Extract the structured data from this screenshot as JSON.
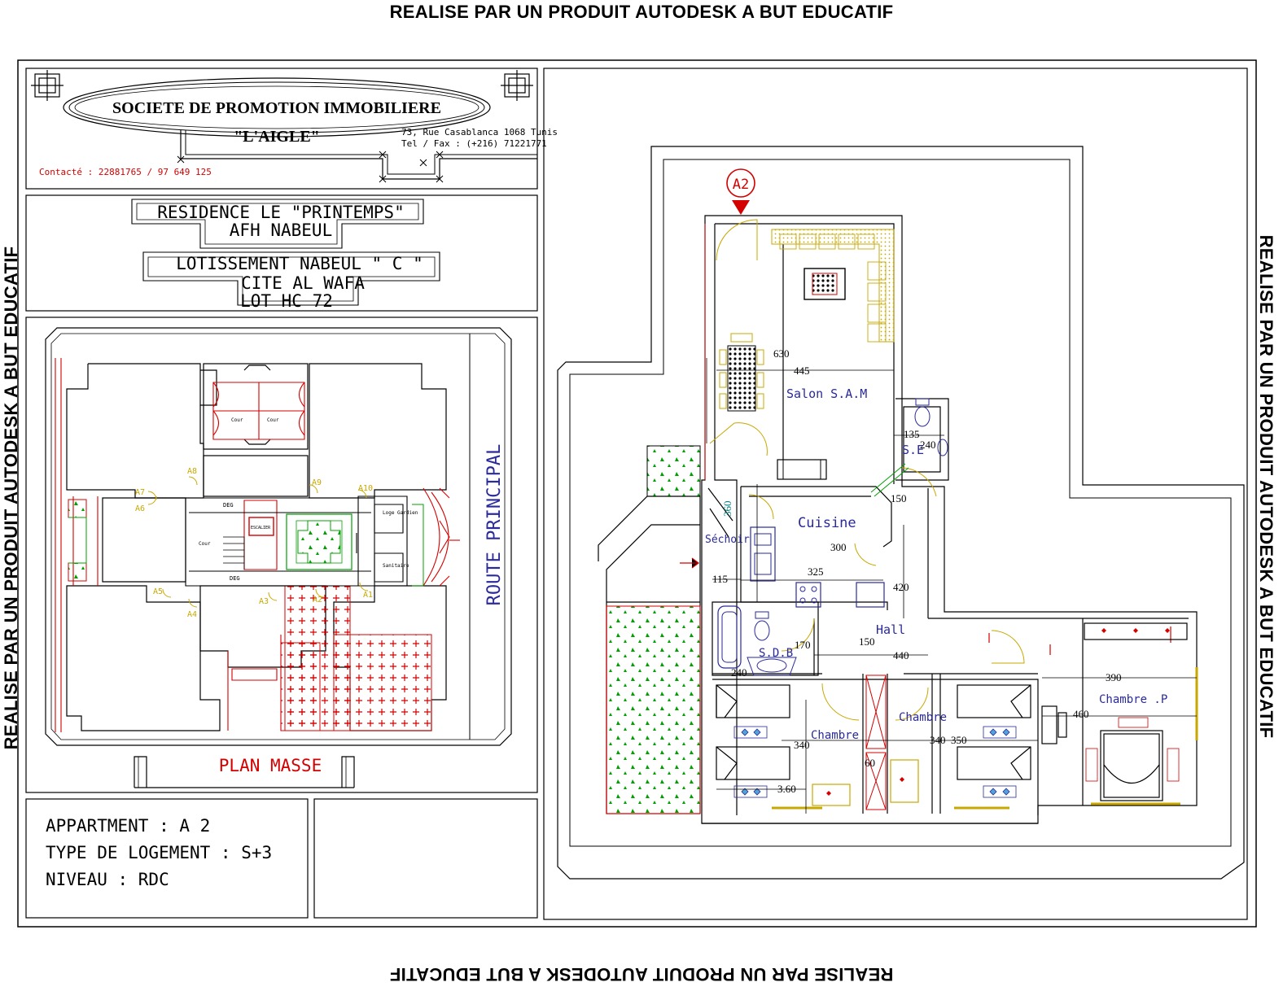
{
  "watermark": {
    "top": "REALISE PAR UN PRODUIT AUTODESK A BUT EDUCATIF",
    "bottom": "REALISE PAR UN PRODUIT AUTODESK A BUT EDUCATIF",
    "left": "REALISE PAR UN PRODUIT AUTODESK A BUT EDUCATIF",
    "right": "REALISE PAR UN PRODUIT AUTODESK A BUT EDUCATIF"
  },
  "company": {
    "name": "SOCIETE DE PROMOTION IMMOBILIERE",
    "brand": "\"L'AIGLE\"",
    "address": "73, Rue Casablanca 1068 Tunis",
    "phone": "Tel / Fax : (+216) 71221771",
    "contact": "Contacté : 22881765 / 97 649 125"
  },
  "project": {
    "line1": "RESIDENCE LE \"PRINTEMPS\"",
    "line2": "AFH NABEUL",
    "line3": "LOTISSEMENT  NABEUL \" C \"",
    "line4": "CITE   AL   WAFA",
    "line5": "LOT HC 72"
  },
  "plan_masse": {
    "title": "PLAN MASSE",
    "road": "ROUTE PRINCIPAL",
    "labels": {
      "deg1": "DEG",
      "deg2": "DEG",
      "cour1": "Cour",
      "cour2": "Cour",
      "cour3": "Cour",
      "loge": "Loge Gardien",
      "sanitaire": "Sanitaire",
      "escalier": "ESCALIER"
    },
    "apartments": [
      "A1",
      "A2",
      "A3",
      "A4",
      "A5",
      "A6",
      "A7",
      "A8",
      "A9",
      "A10"
    ]
  },
  "info": {
    "apartment": "APPARTMENT : A 2",
    "type": "TYPE DE LOGEMENT : S+3",
    "level": "NIVEAU : RDC"
  },
  "floor_plan": {
    "marker": "A2",
    "rooms": {
      "salon": "Salon S.A.M",
      "se": "S.E",
      "cuisine": "Cuisine",
      "sechoir": "Séchoir",
      "hall": "Hall",
      "sdb": "S.D.B",
      "chambre1": "Chambre",
      "chambre2": "Chambre",
      "chambre_p": "Chambre .P"
    },
    "dims": {
      "d630": "630",
      "d445": "445",
      "d135": "135",
      "d240a": "240",
      "d150a": "150",
      "d360": "360",
      "d300": "300",
      "d325": "325",
      "d115": "115",
      "d420": "420",
      "d170": "170",
      "d150b": "150",
      "d440": "440",
      "d240b": "240",
      "d390": "390",
      "d460": "460",
      "d340a": "340",
      "d340b": "340",
      "d350": "350",
      "d60": "60",
      "d360b": "3.60"
    }
  },
  "colors": {
    "line": "#000000",
    "wall_red": "#d40000",
    "text_blue": "#2a2a9a",
    "furniture": "#c8a800",
    "green": "#00a000",
    "cyan": "#008080"
  }
}
